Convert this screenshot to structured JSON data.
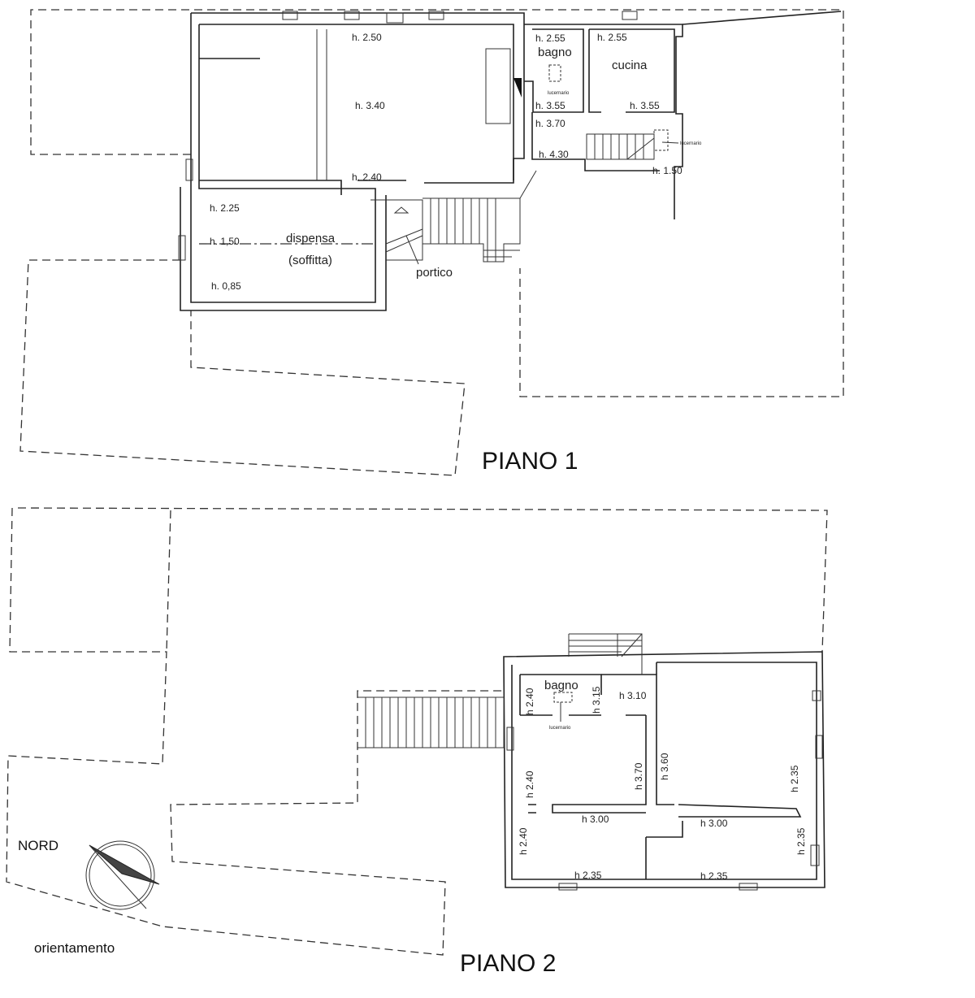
{
  "piano1": {
    "title": "PIANO 1",
    "labels": {
      "h_main_top": "h. 2.50",
      "h_main_center": "h. 3.40",
      "h_main_bottom": "h. 2.40",
      "h_bagno_top": "h. 2.55",
      "bagno": "bagno",
      "lucernario_bagno": "lucernario",
      "h_bagno_bottom": "h. 3.55",
      "h_cucina_top": "h. 2.55",
      "cucina": "cucina",
      "h_cucina_bottom": "h. 3.55",
      "h_hall_top": "h. 3.70",
      "h_hall_bottom": "h. 4.30",
      "lucernario_stair": "lucernario",
      "h_stair": "h. 1.50",
      "h_dispensa_top": "h. 2.25",
      "h_dispensa_mid": "h. 1,50",
      "dispensa": "dispensa",
      "soffitta": "(soffitta)",
      "h_dispensa_bottom": "h. 0,85",
      "portico": "portico"
    }
  },
  "piano2": {
    "title": "PIANO 2",
    "labels": {
      "bagno": "bagno",
      "h_bagno_left": "h 2.40",
      "h_bagno_right": "h 3.15",
      "h_hall": "h 3.10",
      "lucernario": "lucernario",
      "h_room_a_left": "h 2.40",
      "h_room_a_right": "h 3.70",
      "h_room_b_left": "h 3.60",
      "h_room_b_right": "h 2.35",
      "h_corr_left": "h 3.00",
      "h_corr_right": "h 3.00",
      "h_room_c_left": "h 2.40",
      "h_room_d_right": "h 2.35",
      "h_room_c_bottom": "h 2.35",
      "h_room_d_bottom": "h 2.35"
    }
  },
  "compass": {
    "north_label": "NORD",
    "caption": "orientamento"
  }
}
